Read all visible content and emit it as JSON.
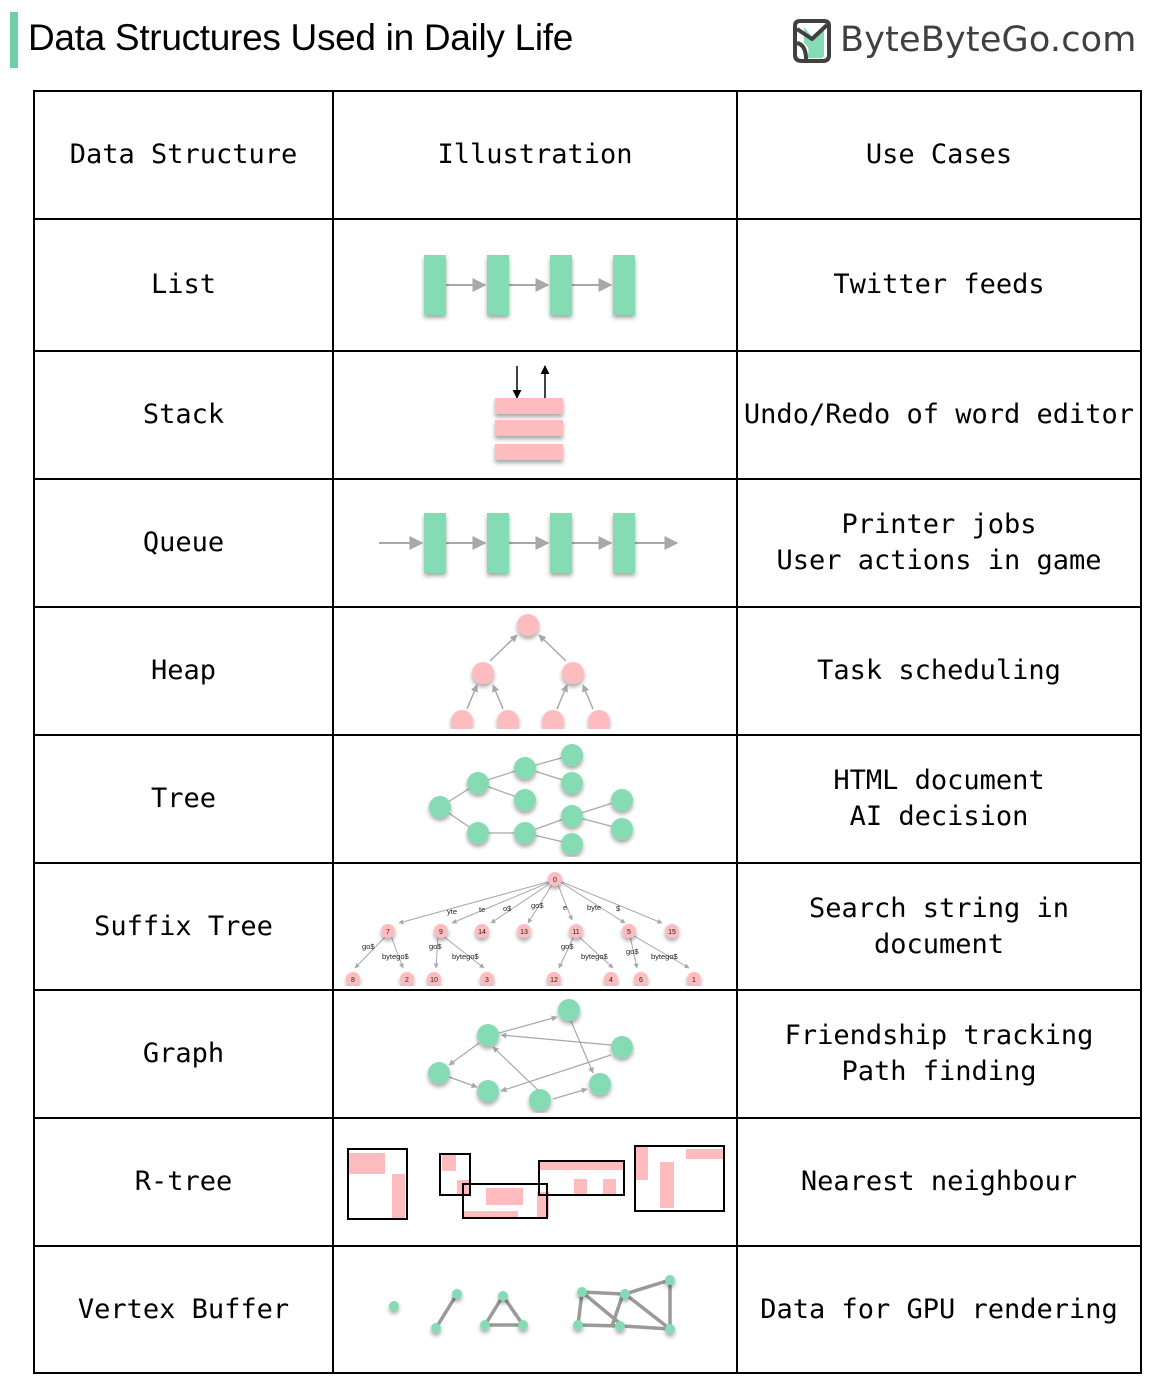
{
  "header": {
    "title": "Data Structures Used in Daily Life",
    "brand": "ByteByteGo.com",
    "accent_color": "#6ecfa8"
  },
  "table": {
    "columns": [
      "Data Structure",
      "Illustration",
      "Use Cases"
    ],
    "rows": [
      {
        "structure": "List",
        "illustration": "linked-list-illustration",
        "use_cases": "Twitter feeds"
      },
      {
        "structure": "Stack",
        "illustration": "stack-illustration",
        "use_cases": "Undo/Redo of word editor"
      },
      {
        "structure": "Queue",
        "illustration": "queue-illustration",
        "use_cases": "Printer jobs\nUser actions in game"
      },
      {
        "structure": "Heap",
        "illustration": "heap-illustration",
        "use_cases": "Task scheduling"
      },
      {
        "structure": "Tree",
        "illustration": "tree-illustration",
        "use_cases": "HTML document\nAI decision"
      },
      {
        "structure": "Suffix Tree",
        "illustration": "suffix-tree-illustration",
        "use_cases": "Search string in\ndocument"
      },
      {
        "structure": "Graph",
        "illustration": "graph-illustration",
        "use_cases": "Friendship tracking\nPath finding"
      },
      {
        "structure": "R-tree",
        "illustration": "r-tree-illustration",
        "use_cases": "Nearest neighbour"
      },
      {
        "structure": "Vertex Buffer",
        "illustration": "vertex-buffer-illustration",
        "use_cases": "Data for GPU rendering"
      }
    ]
  },
  "suffix_tree": {
    "root": "0",
    "edges": [
      {
        "from": "0",
        "to": "7",
        "label": "yte"
      },
      {
        "from": "0",
        "to": "9",
        "label": "te"
      },
      {
        "from": "0",
        "to": "14",
        "label": "o$"
      },
      {
        "from": "0",
        "to": "13",
        "label": "go$"
      },
      {
        "from": "0",
        "to": "11",
        "label": "e"
      },
      {
        "from": "0",
        "to": "5",
        "label": "byte"
      },
      {
        "from": "0",
        "to": "15",
        "label": "$"
      },
      {
        "from": "7",
        "to": "8",
        "label": "go$"
      },
      {
        "from": "7",
        "to": "2",
        "label": "bytego$"
      },
      {
        "from": "9",
        "to": "10",
        "label": "go$"
      },
      {
        "from": "9",
        "to": "3",
        "label": "bytego$"
      },
      {
        "from": "11",
        "to": "12",
        "label": "go$"
      },
      {
        "from": "11",
        "to": "4",
        "label": "bytego$"
      },
      {
        "from": "5",
        "to": "6",
        "label": "go$"
      },
      {
        "from": "5",
        "to": "1",
        "label": "bytego$"
      }
    ]
  },
  "colors": {
    "green_node": "#84dbb4",
    "pink_node": "#ffbcbe",
    "arrow_gray": "#a8a8a8",
    "border": "#000000"
  }
}
